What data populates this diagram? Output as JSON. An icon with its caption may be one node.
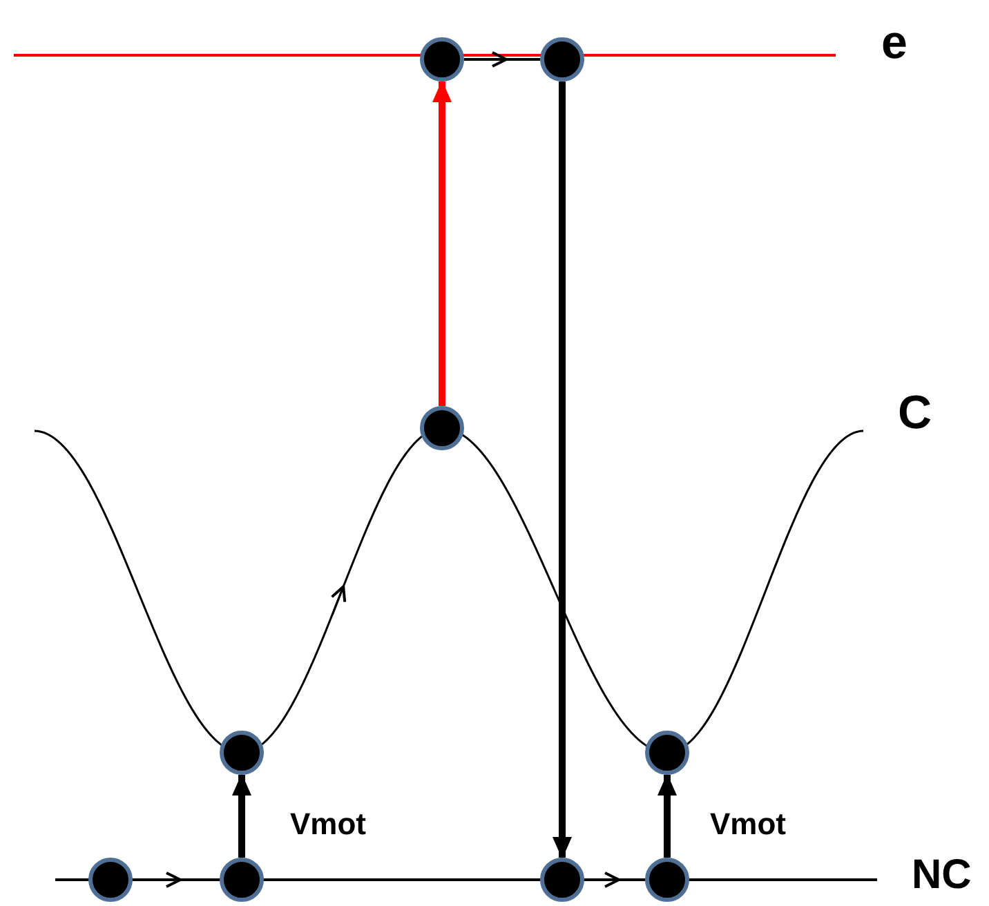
{
  "diagram": {
    "nodes": [
      {
        "text": [],
        "shape": "circle"
      },
      {
        "text": [],
        "shape": "circle"
      },
      {
        "text": [],
        "shape": "circle"
      },
      {
        "text": [],
        "shape": "circle"
      },
      {
        "text": [],
        "shape": "circle"
      },
      {
        "text": [],
        "shape": "circle"
      },
      {
        "text": [],
        "shape": "circle"
      },
      {
        "text": [],
        "shape": "circle"
      },
      {
        "text": [],
        "shape": "circle"
      }
    ],
    "edges": [
      {
        "from": 0,
        "to": 1,
        "arrow": "to"
      },
      {
        "from": 2,
        "to": 0,
        "arrow": "to",
        "color": "#ff0000"
      },
      {
        "from": 1,
        "to": 7,
        "arrow": "to"
      },
      {
        "from": 5,
        "to": 6,
        "arrow": "to"
      },
      {
        "from": 6,
        "to": 3,
        "arrow": "to",
        "label": "Vmot"
      },
      {
        "from": 7,
        "to": 8,
        "arrow": "to"
      },
      {
        "from": 8,
        "to": 4,
        "arrow": "to",
        "label": "Vmot"
      }
    ],
    "labels": [
      "e",
      "C",
      "NC"
    ]
  }
}
